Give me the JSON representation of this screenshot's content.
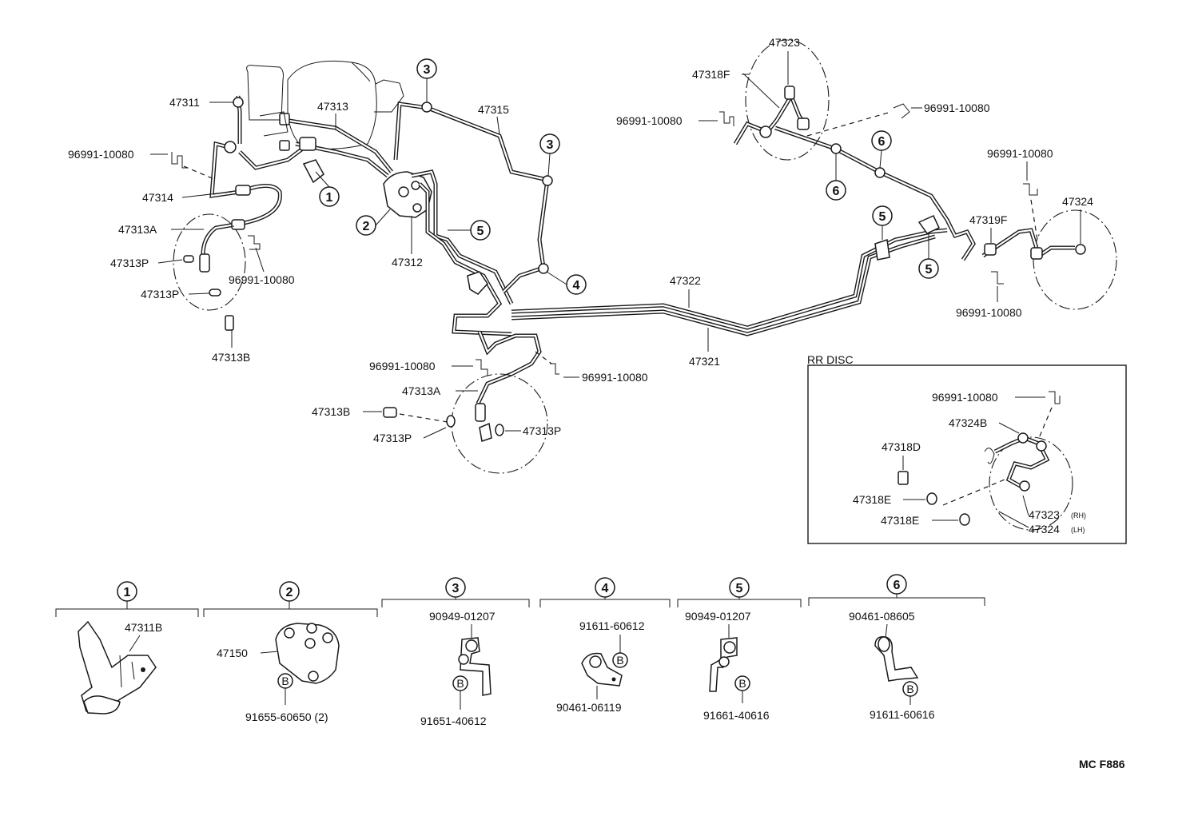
{
  "diagram": {
    "code": "MC F886",
    "section_title": "RR DISC",
    "front_left": {
      "p47311": "47311",
      "p47313": "47313",
      "p96991_a": "96991-10080",
      "p47314": "47314",
      "p47313A": "47313A",
      "p47313P_a": "47313P",
      "p47313P_b": "47313P",
      "p96991_b": "96991-10080",
      "p47313B": "47313B",
      "p47312": "47312"
    },
    "center": {
      "p47315": "47315",
      "p47322": "47322",
      "p47321": "47321",
      "p96991_c": "96991-10080",
      "p96991_d": "96991-10080",
      "p47313A": "47313A",
      "p47313B": "47313B",
      "p47313P_a": "47313P",
      "p47313P_b": "47313P"
    },
    "rear": {
      "p47323": "47323",
      "p47318F": "47318F",
      "p96991_e": "96991-10080",
      "p96991_f": "96991-10080",
      "p96991_g": "96991-10080",
      "p47319F": "47319F",
      "p47324": "47324",
      "p96991_h": "96991-10080"
    },
    "rr_disc": {
      "p96991": "96991-10080",
      "p47324B": "47324B",
      "p47318D": "47318D",
      "p47318E_a": "47318E",
      "p47318E_b": "47318E",
      "p47323": "47323",
      "p47323_side": "(RH)",
      "p47324": "47324",
      "p47324_side": "(LH)"
    },
    "callouts": {
      "c1": "1",
      "c2": "2",
      "c3": "3",
      "c4": "4",
      "c5": "5",
      "c6": "6",
      "bolt": "B"
    },
    "details": [
      {
        "num": "1",
        "parts": [
          "47311B"
        ]
      },
      {
        "num": "2",
        "parts": [
          "47150",
          "91655-60650 (2)"
        ]
      },
      {
        "num": "3",
        "parts": [
          "90949-01207",
          "91651-40612"
        ]
      },
      {
        "num": "4",
        "parts": [
          "91611-60612",
          "90461-06119"
        ]
      },
      {
        "num": "5",
        "parts": [
          "90949-01207",
          "91661-40616"
        ]
      },
      {
        "num": "6",
        "parts": [
          "90461-08605",
          "91611-60616"
        ]
      }
    ]
  }
}
